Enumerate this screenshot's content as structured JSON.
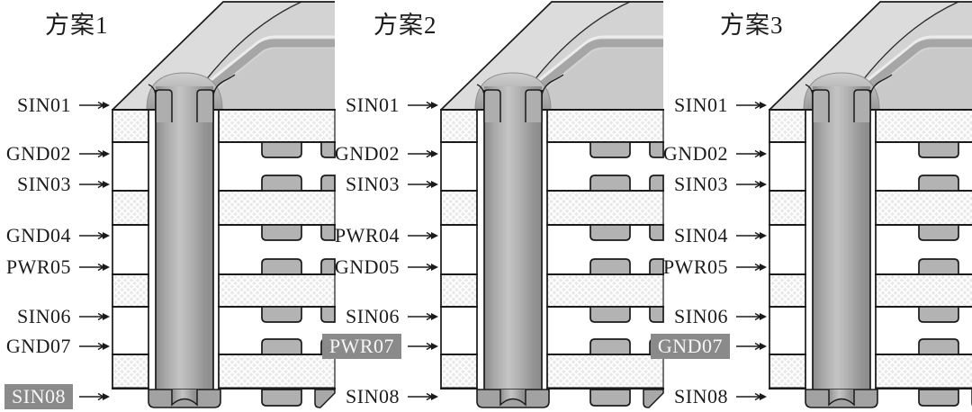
{
  "figure": {
    "description": "Three PCB via stackup scheme diagrams",
    "highlight_color": "#8a8a8a",
    "layer_count_per_panel": 8
  },
  "panels": [
    {
      "title": "方案1",
      "layers": [
        {
          "label": "SIN01",
          "highlighted": false
        },
        {
          "label": "GND02",
          "highlighted": false
        },
        {
          "label": "SIN03",
          "highlighted": false
        },
        {
          "label": "GND04",
          "highlighted": false
        },
        {
          "label": "PWR05",
          "highlighted": false
        },
        {
          "label": "SIN06",
          "highlighted": false
        },
        {
          "label": "GND07",
          "highlighted": false
        },
        {
          "label": "SIN08",
          "highlighted": true
        }
      ]
    },
    {
      "title": "方案2",
      "layers": [
        {
          "label": "SIN01",
          "highlighted": false
        },
        {
          "label": "GND02",
          "highlighted": false
        },
        {
          "label": "SIN03",
          "highlighted": false
        },
        {
          "label": "PWR04",
          "highlighted": false
        },
        {
          "label": "GND05",
          "highlighted": false
        },
        {
          "label": "SIN06",
          "highlighted": false
        },
        {
          "label": "PWR07",
          "highlighted": true
        },
        {
          "label": "SIN08",
          "highlighted": false
        }
      ]
    },
    {
      "title": "方案3",
      "layers": [
        {
          "label": "SIN01",
          "highlighted": false
        },
        {
          "label": "GND02",
          "highlighted": false
        },
        {
          "label": "SIN03",
          "highlighted": false
        },
        {
          "label": "SIN04",
          "highlighted": false
        },
        {
          "label": "PWR05",
          "highlighted": false
        },
        {
          "label": "SIN06",
          "highlighted": false
        },
        {
          "label": "GND07",
          "highlighted": true
        },
        {
          "label": "SIN08",
          "highlighted": false
        }
      ]
    }
  ]
}
